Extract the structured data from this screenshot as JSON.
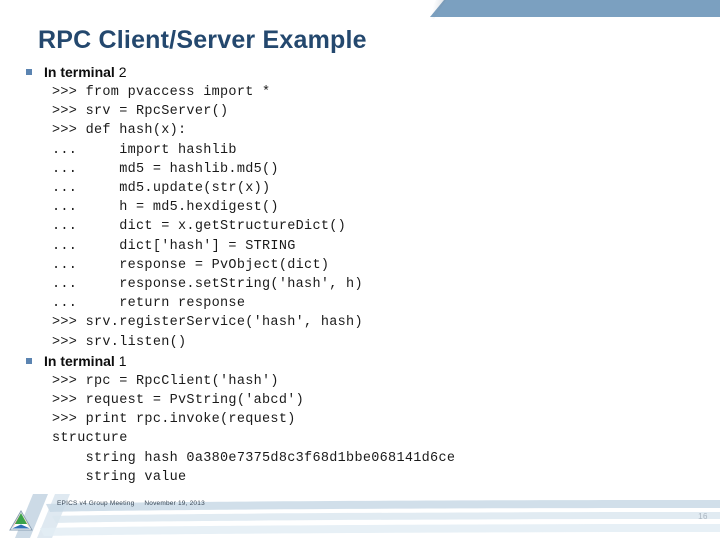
{
  "slide": {
    "title": "RPC Client/Server Example",
    "page_number": "16"
  },
  "theme": {
    "banner_color": "#7ba0c0",
    "title_color": "#24486e",
    "bullet_color": "#5b84b1",
    "code_color": "#1a1a1a",
    "swoosh_color": "#b9cddd"
  },
  "sections": [
    {
      "bullet_label": "In terminal",
      "bullet_number": "2",
      "code": [
        ">>> from pvaccess import *",
        ">>> srv = RpcServer()",
        ">>> def hash(x):",
        "...     import hashlib",
        "...     md5 = hashlib.md5()",
        "...     md5.update(str(x))",
        "...     h = md5.hexdigest()",
        "...     dict = x.getStructureDict()",
        "...     dict['hash'] = STRING",
        "...     response = PvObject(dict)",
        "...     response.setString('hash', h)",
        "...     return response",
        ">>> srv.registerService('hash', hash)",
        ">>> srv.listen()"
      ]
    },
    {
      "bullet_label": "In terminal",
      "bullet_number": "1",
      "code": [
        ">>> rpc = RpcClient('hash')",
        ">>> request = PvString('abcd')",
        ">>> print rpc.invoke(request)",
        "structure",
        "    string hash 0a380e7375d8c3f68d1bbe068141d6ce",
        "    string value"
      ]
    }
  ],
  "footer": {
    "meeting": "EPICS v4 Group Meeting",
    "date": "November 19, 2013"
  }
}
